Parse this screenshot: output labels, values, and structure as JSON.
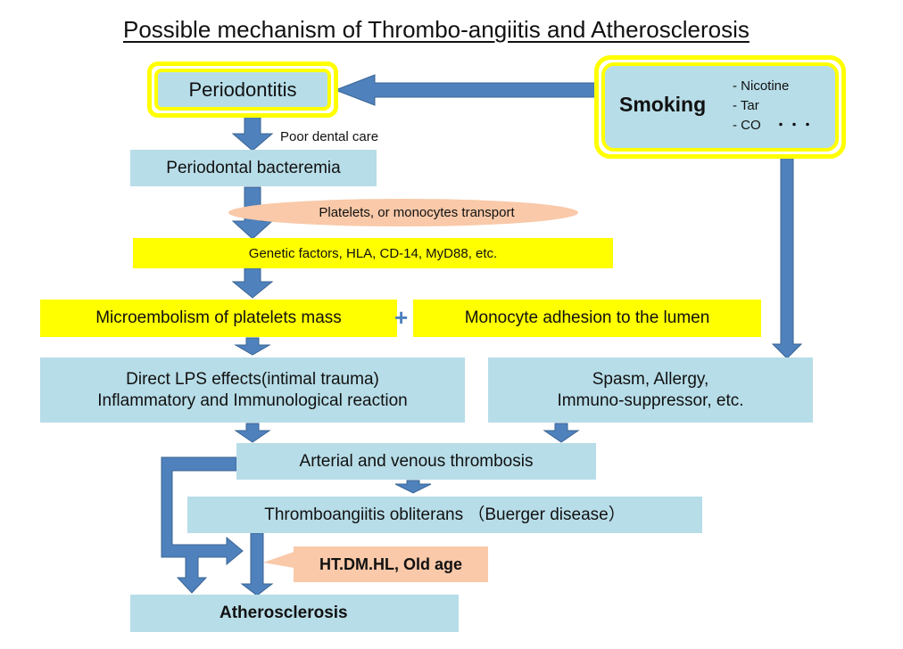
{
  "title": "Possible mechanism of Thrombo-angiitis and Atherosclerosis",
  "nodes": {
    "periodontitis": "Periodontitis",
    "smoking": {
      "label": "Smoking",
      "items": [
        "- Nicotine",
        "- Tar",
        "- CO"
      ],
      "ellipsis": "・・・"
    },
    "poor_dental_care": "Poor dental care",
    "periodontal_bacteremia": "Periodontal bacteremia",
    "transport": "Platelets, or monocytes transport",
    "genetic_factors": "Genetic factors, HLA, CD-14, MyD88, etc.",
    "microembolism": "Microembolism of platelets mass",
    "plus": "+",
    "monocyte_adhesion": "Monocyte adhesion to the lumen",
    "direct_lps": {
      "line1": "Direct LPS effects(intimal trauma)",
      "line2": "Inflammatory and Immunological reaction"
    },
    "spasm": {
      "line1": "Spasm, Allergy,",
      "line2": "Immuno-suppressor, etc."
    },
    "thrombosis": "Arterial and venous thrombosis",
    "buerger": "Thromboangiitis obliterans （Buerger disease）",
    "risk_factors": "HT.DM.HL, Old age",
    "atherosclerosis": "Atherosclerosis"
  },
  "colors": {
    "box_fill": "#b7dde8",
    "highlight": "#ffff00",
    "arrow": "#4f81bd",
    "callout": "#f9c9a9"
  }
}
